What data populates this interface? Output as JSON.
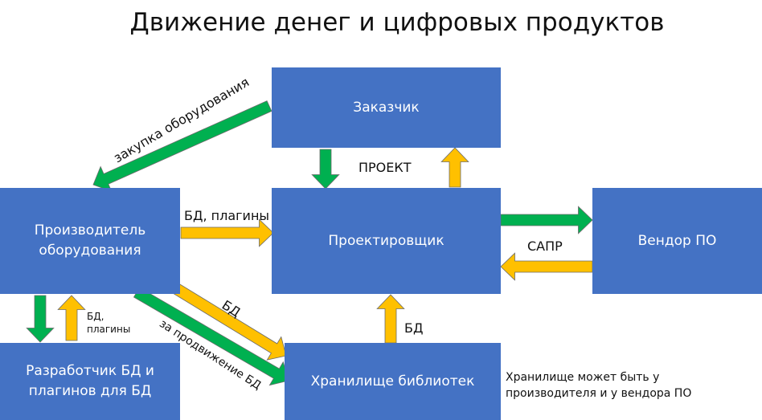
{
  "title": "Движение денег и цифровых продуктов",
  "colors": {
    "box": "#4472C4",
    "money_arrow": "#00B050",
    "product_arrow": "#FFC000"
  },
  "boxes": {
    "customer": "Заказчик",
    "designer": "Проектировщик",
    "vendor": "Вендор ПО",
    "manufacturer": "Производитель\nоборудования",
    "developer": "Разработчик БД и\nплагинов для БД",
    "library": "Хранилище библиотек"
  },
  "labels": {
    "purchase": "закупка оборудования",
    "project": "ПРОЕКТ",
    "db_plugins_top": "БД, плагины",
    "cad": "САПР",
    "db_diag": "БД",
    "promotion": "за продвижение  БД",
    "db_plugins_small": "БД,\nплагины",
    "db_up": "БД",
    "note": "Хранилище может быть у\nпроизводителя и у вендора ПО"
  }
}
